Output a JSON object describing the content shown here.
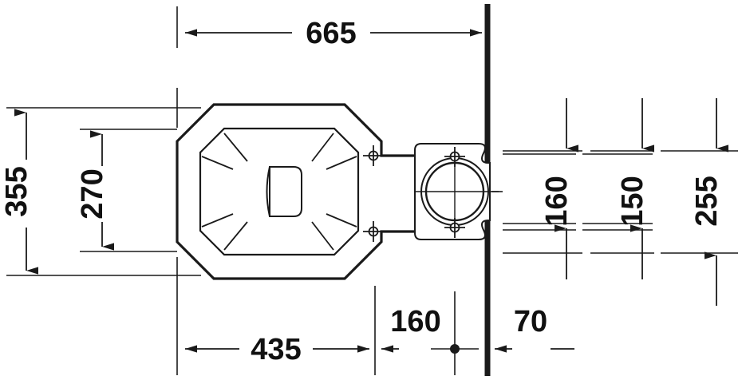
{
  "drawing": {
    "type": "technical-dimension-drawing",
    "subject": "wall-mounted toilet - plan view",
    "units": "mm",
    "line_color": "#1a1a1a",
    "background_color": "#ffffff",
    "dimensions": {
      "overall_length_to_wall": "665",
      "bowl_width_overall": "355",
      "bowl_inner_width": "270",
      "bowl_length_from_front": "435",
      "outlet_offset_from_wall": "160",
      "wall_thickness_offset": "70",
      "upper_fixing_from_top": "160",
      "fixing_spacing": "150",
      "overall_right_height": "255"
    },
    "labels": {
      "d665": "665",
      "d355": "355",
      "d270": "270",
      "d435": "435",
      "d160_bottom": "160",
      "d70": "70",
      "d160_right": "160",
      "d150_right": "150",
      "d255_right": "255"
    },
    "features": {
      "wall_line": "wall-section-line",
      "outlet_circle": "waste-outlet-circle",
      "fixing_holes": "fixing-hole-crosshair",
      "bowl_outline": "octagonal-bowl-outline",
      "bowl_rim": "inner-rim-outline",
      "bowl_drain": "drain-opening"
    }
  }
}
